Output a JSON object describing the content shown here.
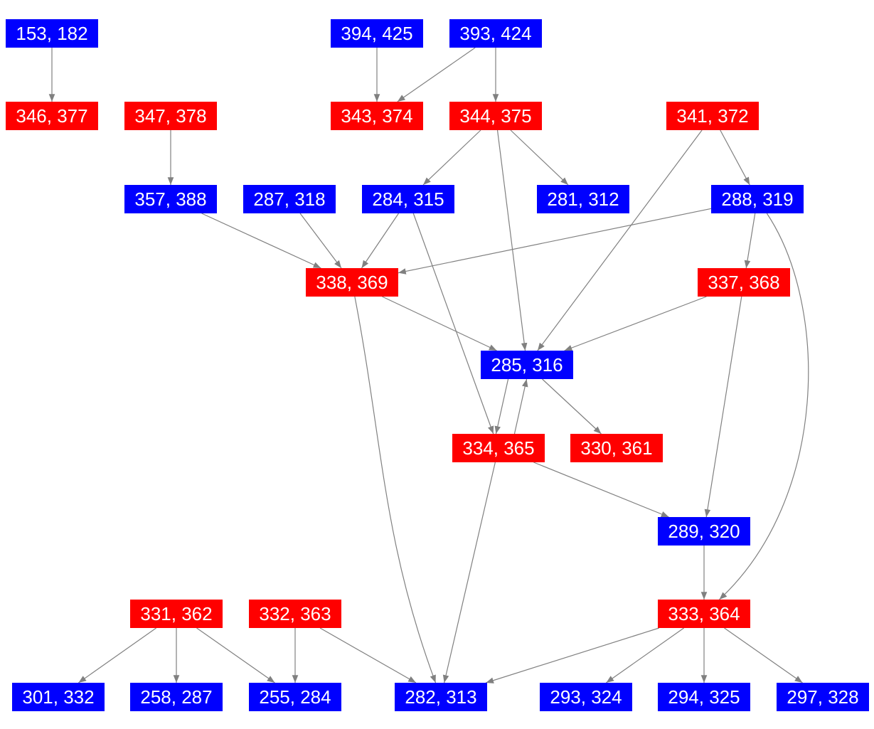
{
  "colors": {
    "red": "#ff0000",
    "blue": "#0000ff",
    "edge": "#808080"
  },
  "nodes": [
    {
      "id": "n153",
      "label": "153, 182",
      "color": "blue"
    },
    {
      "id": "n394",
      "label": "394, 425",
      "color": "blue"
    },
    {
      "id": "n393",
      "label": "393, 424",
      "color": "blue"
    },
    {
      "id": "n346",
      "label": "346, 377",
      "color": "red"
    },
    {
      "id": "n347",
      "label": "347, 378",
      "color": "red"
    },
    {
      "id": "n343",
      "label": "343, 374",
      "color": "red"
    },
    {
      "id": "n344",
      "label": "344, 375",
      "color": "red"
    },
    {
      "id": "n341",
      "label": "341, 372",
      "color": "red"
    },
    {
      "id": "n357",
      "label": "357, 388",
      "color": "blue"
    },
    {
      "id": "n287",
      "label": "287, 318",
      "color": "blue"
    },
    {
      "id": "n284",
      "label": "284, 315",
      "color": "blue"
    },
    {
      "id": "n281",
      "label": "281, 312",
      "color": "blue"
    },
    {
      "id": "n288",
      "label": "288, 319",
      "color": "blue"
    },
    {
      "id": "n338",
      "label": "338, 369",
      "color": "red"
    },
    {
      "id": "n337",
      "label": "337, 368",
      "color": "red"
    },
    {
      "id": "n285",
      "label": "285, 316",
      "color": "blue"
    },
    {
      "id": "n334",
      "label": "334, 365",
      "color": "red"
    },
    {
      "id": "n330",
      "label": "330, 361",
      "color": "red"
    },
    {
      "id": "n289",
      "label": "289, 320",
      "color": "blue"
    },
    {
      "id": "n331",
      "label": "331, 362",
      "color": "red"
    },
    {
      "id": "n332",
      "label": "332, 363",
      "color": "red"
    },
    {
      "id": "n333",
      "label": "333, 364",
      "color": "red"
    },
    {
      "id": "n301",
      "label": "301, 332",
      "color": "blue"
    },
    {
      "id": "n258",
      "label": "258, 287",
      "color": "blue"
    },
    {
      "id": "n255",
      "label": "255, 284",
      "color": "blue"
    },
    {
      "id": "n282",
      "label": "282, 313",
      "color": "blue"
    },
    {
      "id": "n293",
      "label": "293, 324",
      "color": "blue"
    },
    {
      "id": "n294",
      "label": "294, 325",
      "color": "blue"
    },
    {
      "id": "n297",
      "label": "297, 328",
      "color": "blue"
    }
  ],
  "edges": [
    [
      "n153",
      "n346"
    ],
    [
      "n394",
      "n343"
    ],
    [
      "n393",
      "n343"
    ],
    [
      "n393",
      "n344"
    ],
    [
      "n347",
      "n357"
    ],
    [
      "n344",
      "n284"
    ],
    [
      "n344",
      "n281"
    ],
    [
      "n344",
      "n285"
    ],
    [
      "n341",
      "n285"
    ],
    [
      "n341",
      "n288"
    ],
    [
      "n357",
      "n338"
    ],
    [
      "n287",
      "n338"
    ],
    [
      "n284",
      "n338"
    ],
    [
      "n288",
      "n338"
    ],
    [
      "n284",
      "n334"
    ],
    [
      "n288",
      "n337"
    ],
    [
      "n288",
      "n333"
    ],
    [
      "n338",
      "n285"
    ],
    [
      "n338",
      "n282"
    ],
    [
      "n337",
      "n285"
    ],
    [
      "n337",
      "n289"
    ],
    [
      "n285",
      "n334"
    ],
    [
      "n334",
      "n285"
    ],
    [
      "n285",
      "n330"
    ],
    [
      "n334",
      "n289"
    ],
    [
      "n334",
      "n282"
    ],
    [
      "n289",
      "n333"
    ],
    [
      "n331",
      "n301"
    ],
    [
      "n331",
      "n258"
    ],
    [
      "n331",
      "n255"
    ],
    [
      "n332",
      "n255"
    ],
    [
      "n332",
      "n282"
    ],
    [
      "n333",
      "n282"
    ],
    [
      "n333",
      "n293"
    ],
    [
      "n333",
      "n294"
    ],
    [
      "n333",
      "n297"
    ]
  ]
}
